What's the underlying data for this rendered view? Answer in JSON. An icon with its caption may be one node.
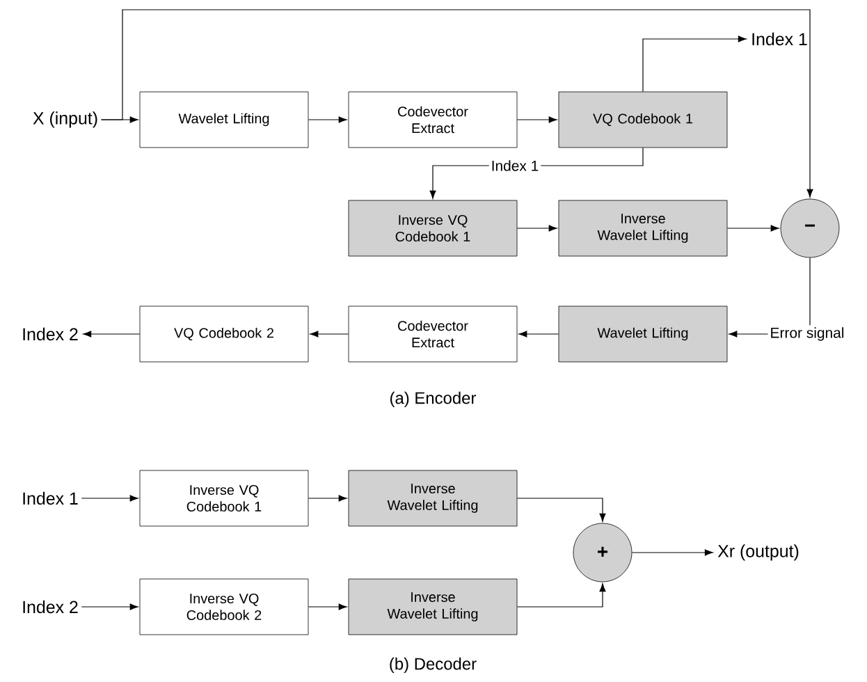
{
  "diagram": {
    "nodes": [
      {
        "text": [
          "X (input)"
        ]
      },
      {
        "text": [
          "Wavelet Lifting"
        ]
      },
      {
        "text": [
          "Codevector Extract"
        ]
      },
      {
        "text": [
          "VQ Codebook 1"
        ]
      },
      {
        "text": [
          "Index 1"
        ]
      },
      {
        "text": [
          "Inverse VQ Codebook 1"
        ]
      },
      {
        "text": [
          "Inverse Wavelet Lifting"
        ]
      },
      {
        "text": [
          "−"
        ]
      },
      {
        "text": [
          "Wavelet Lifting"
        ]
      },
      {
        "text": [
          "Codevector Extract"
        ]
      },
      {
        "text": [
          "VQ Codebook 2"
        ]
      },
      {
        "text": [
          "Index 2"
        ]
      },
      {
        "text": [
          "Index 1"
        ]
      },
      {
        "text": [
          "Inverse VQ Codebook 1"
        ]
      },
      {
        "text": [
          "Inverse Wavelet Lifting"
        ]
      },
      {
        "text": [
          "Index 2"
        ]
      },
      {
        "text": [
          "Inverse VQ Codebook 2"
        ]
      },
      {
        "text": [
          "Inverse Wavelet Lifting"
        ]
      },
      {
        "text": [
          "+"
        ]
      },
      {
        "text": [
          "Xr (output)"
        ]
      }
    ],
    "edges": [
      {
        "from": 0,
        "to": 1,
        "arrow": "to"
      },
      {
        "from": 0,
        "to": 7,
        "arrow": "to"
      },
      {
        "from": 1,
        "to": 2,
        "arrow": "to"
      },
      {
        "from": 2,
        "to": 3,
        "arrow": "to"
      },
      {
        "from": 3,
        "to": 4,
        "arrow": "to"
      },
      {
        "from": 3,
        "to": 5,
        "arrow": "to",
        "label": "Index 1"
      },
      {
        "from": 5,
        "to": 6,
        "arrow": "to"
      },
      {
        "from": 6,
        "to": 7,
        "arrow": "to"
      },
      {
        "from": 7,
        "to": 8,
        "arrow": "to",
        "label": "Error signal"
      },
      {
        "from": 8,
        "to": 9,
        "arrow": "to"
      },
      {
        "from": 9,
        "to": 10,
        "arrow": "to"
      },
      {
        "from": 10,
        "to": 11,
        "arrow": "to"
      },
      {
        "from": 12,
        "to": 13,
        "arrow": "to"
      },
      {
        "from": 13,
        "to": 14,
        "arrow": "to"
      },
      {
        "from": 14,
        "to": 18,
        "arrow": "to"
      },
      {
        "from": 15,
        "to": 16,
        "arrow": "to"
      },
      {
        "from": 16,
        "to": 17,
        "arrow": "to"
      },
      {
        "from": 17,
        "to": 18,
        "arrow": "to"
      },
      {
        "from": 18,
        "to": 19,
        "arrow": "to"
      }
    ],
    "labels": [
      "(a) Encoder",
      "(b) Decoder"
    ]
  }
}
